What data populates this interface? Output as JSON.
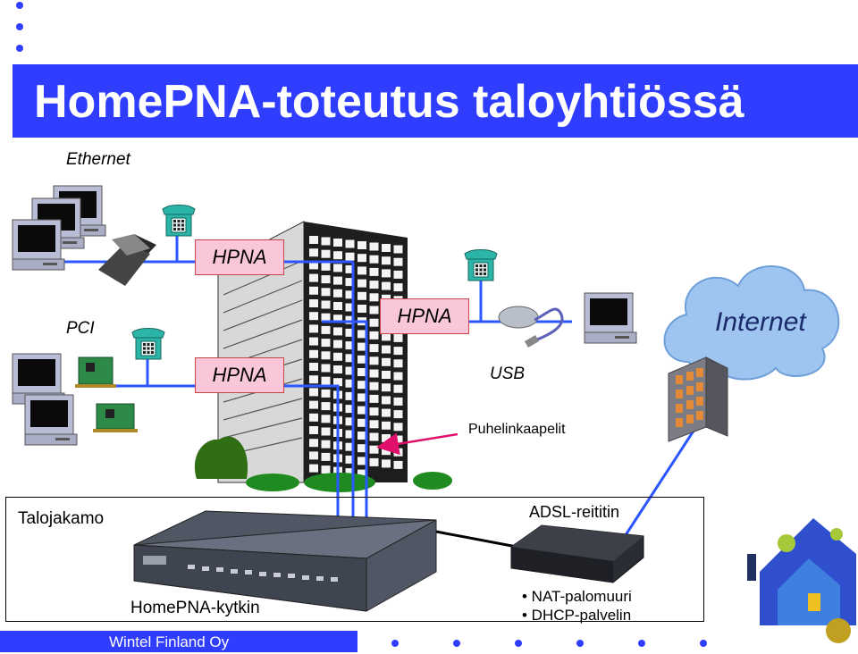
{
  "slide": {
    "title": "HomePNA-toteutus taloyhtiössä",
    "footer": "Wintel Finland Oy"
  },
  "labels": {
    "ethernet": "Ethernet",
    "pci": "PCI",
    "hpna_top": "HPNA",
    "hpna_mid": "HPNA",
    "hpna_left": "HPNA",
    "usb": "USB",
    "internet": "Internet",
    "puhelinkaapelit": "Puhelinkaapelit",
    "talojakamo": "Talojakamo",
    "adsl_reititin": "ADSL-reititin",
    "homepna_kytkin": "HomePNA-kytkin",
    "router_features": [
      "• NAT-palomuuri",
      "• DHCP-palvelin"
    ]
  },
  "colors": {
    "title_bar": "#2f3dff",
    "hpna_box_fill": "#f9c7d9",
    "cable_blue": "#2a57ff",
    "arrow_red": "#e0106a",
    "cloud": "#9ec4f0",
    "building": "#303030",
    "bushes": "#1f8a1f"
  },
  "icons": {
    "telephones": [
      "telephone-icon",
      "telephone-icon",
      "telephone-icon"
    ],
    "computers": [
      "computer-icon",
      "computer-icon",
      "computer-icon",
      "computer-icon",
      "computer-icon",
      "computer-icon"
    ],
    "usb_adapter": "usb-adapter-icon",
    "pci_cards": [
      "pci-card-icon",
      "pci-card-icon"
    ],
    "cloud": "cloud-icon",
    "isp_server": "server-icon",
    "switch": "homepna-switch-icon",
    "router": "adsl-router-icon",
    "corner_logo": "network-illustration-icon"
  }
}
